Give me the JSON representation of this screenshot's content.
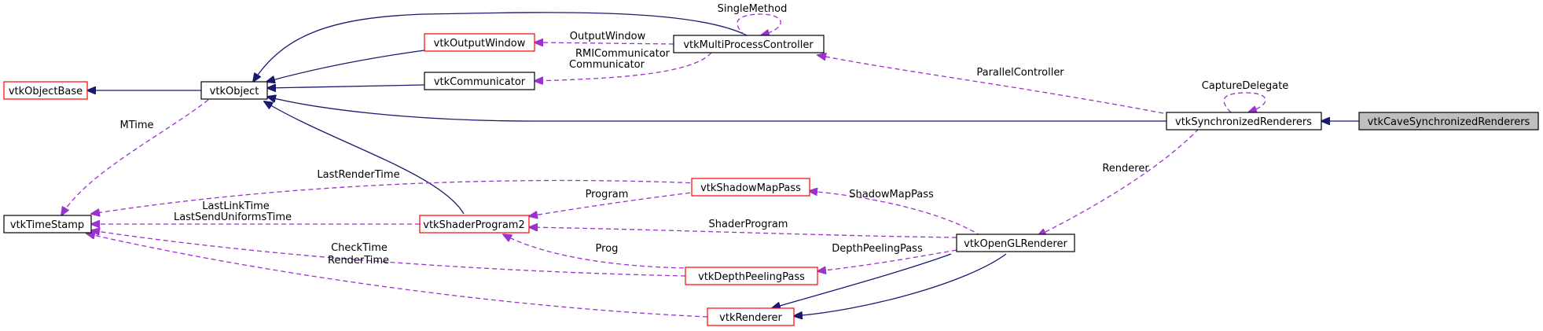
{
  "diagram": {
    "colors": {
      "inheritance": "#191970",
      "usage": "#9a32cd",
      "border_normal": "#000000",
      "border_truncated": "#ff0000",
      "focus_fill": "#bfbfbf"
    },
    "nodes": {
      "vtkObjectBase": "vtkObjectBase",
      "vtkObject": "vtkObject",
      "vtkOutputWindow": "vtkOutputWindow",
      "vtkCommunicator": "vtkCommunicator",
      "vtkMultiProcessController": "vtkMultiProcessController",
      "vtkSynchronizedRenderers": "vtkSynchronizedRenderers",
      "vtkCaveSynchronizedRenderers": "vtkCaveSynchronizedRenderers",
      "vtkTimeStamp": "vtkTimeStamp",
      "vtkShaderProgram2": "vtkShaderProgram2",
      "vtkShadowMapPass": "vtkShadowMapPass",
      "vtkDepthPeelingPass": "vtkDepthPeelingPass",
      "vtkRenderer": "vtkRenderer",
      "vtkOpenGLRenderer": "vtkOpenGLRenderer"
    },
    "edge_labels": {
      "single_method": "SingleMethod",
      "output_window": "OutputWindow",
      "rmi_communicator": "RMICommunicator",
      "communicator": "Communicator",
      "parallel_controller": "ParallelController",
      "capture_delegate": "CaptureDelegate",
      "mtime": "MTime",
      "renderer": "Renderer",
      "last_render_time": "LastRenderTime",
      "program": "Program",
      "shadow_map_pass": "ShadowMapPass",
      "last_link_time": "LastLinkTime",
      "last_send_uniforms_time": "LastSendUniformsTime",
      "shader_program": "ShaderProgram",
      "check_time": "CheckTime",
      "prog": "Prog",
      "depth_peeling_pass": "DepthPeelingPass",
      "render_time": "RenderTime"
    }
  }
}
